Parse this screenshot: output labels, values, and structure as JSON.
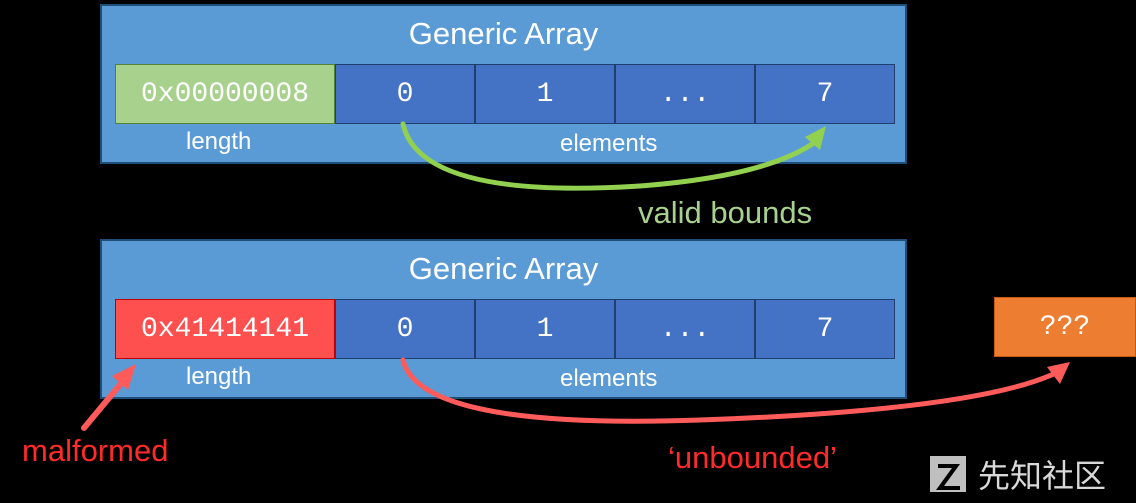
{
  "arrays": [
    {
      "title": "Generic Array",
      "length_value": "0x00000008",
      "length_label": "length",
      "elements": [
        "0",
        "1",
        "...",
        "7"
      ],
      "elements_label": "elements"
    },
    {
      "title": "Generic Array",
      "length_value": "0x41414141",
      "length_label": "length",
      "elements": [
        "0",
        "1",
        "...",
        "7"
      ],
      "elements_label": "elements"
    }
  ],
  "captions": {
    "valid_bounds": "valid bounds",
    "malformed": "malformed",
    "unbounded": "‘unbounded’"
  },
  "unknown_cell": "???",
  "watermark": {
    "text": "先知社区",
    "logo": "xianzhi-logo-icon"
  },
  "colors": {
    "background": "#000000",
    "panel": "#5b9bd5",
    "element_cell": "#4472c4",
    "valid_length": "#a9d18e",
    "malformed_length": "#ff5050",
    "unknown_cell": "#ed7d31",
    "valid_arrow": "#92d050",
    "invalid_arrow": "#ff5b5b"
  }
}
